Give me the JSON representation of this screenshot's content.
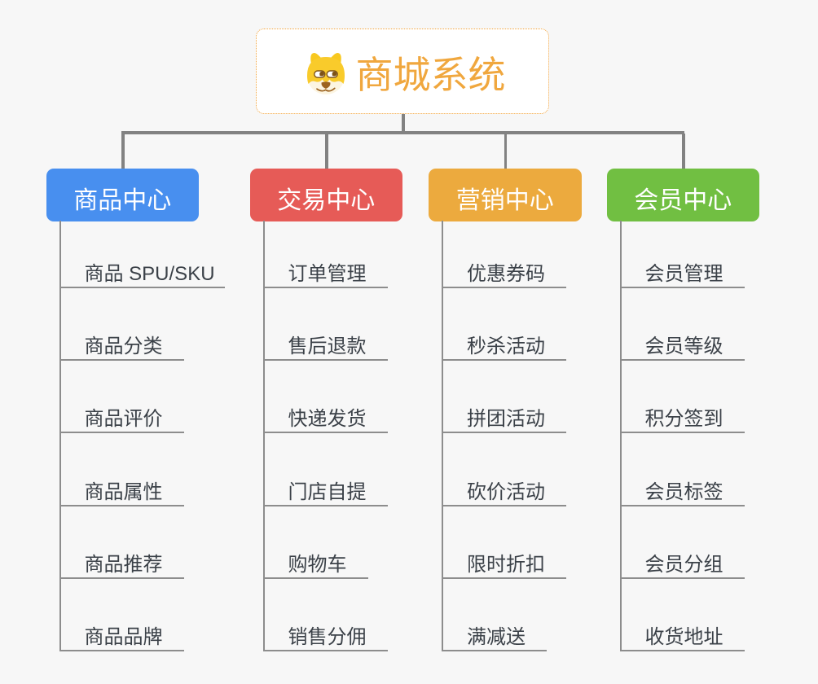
{
  "title": "商城系统",
  "canvas": {
    "background": "#f7f7f7",
    "connector_color": "#828282"
  },
  "root": {
    "label": "商城系统",
    "icon": "shiba-dog-icon",
    "text_color": "#f0a73e",
    "border_color": "#f3a43c",
    "fill": "#ffffff"
  },
  "branches": [
    {
      "label": "商品中心",
      "color": "#488fef",
      "children": [
        "商品 SPU/SKU",
        "商品分类",
        "商品评价",
        "商品属性",
        "商品推荐",
        "商品品牌"
      ]
    },
    {
      "label": "交易中心",
      "color": "#e65b57",
      "children": [
        "订单管理",
        "售后退款",
        "快递发货",
        "门店自提",
        "购物车",
        "销售分佣"
      ]
    },
    {
      "label": "营销中心",
      "color": "#ecaa3e",
      "children": [
        "优惠券码",
        "秒杀活动",
        "拼团活动",
        "砍价活动",
        "限时折扣",
        "满减送"
      ]
    },
    {
      "label": "会员中心",
      "color": "#71bf42",
      "children": [
        "会员管理",
        "会员等级",
        "积分签到",
        "会员标签",
        "会员分组",
        "收货地址"
      ]
    }
  ]
}
